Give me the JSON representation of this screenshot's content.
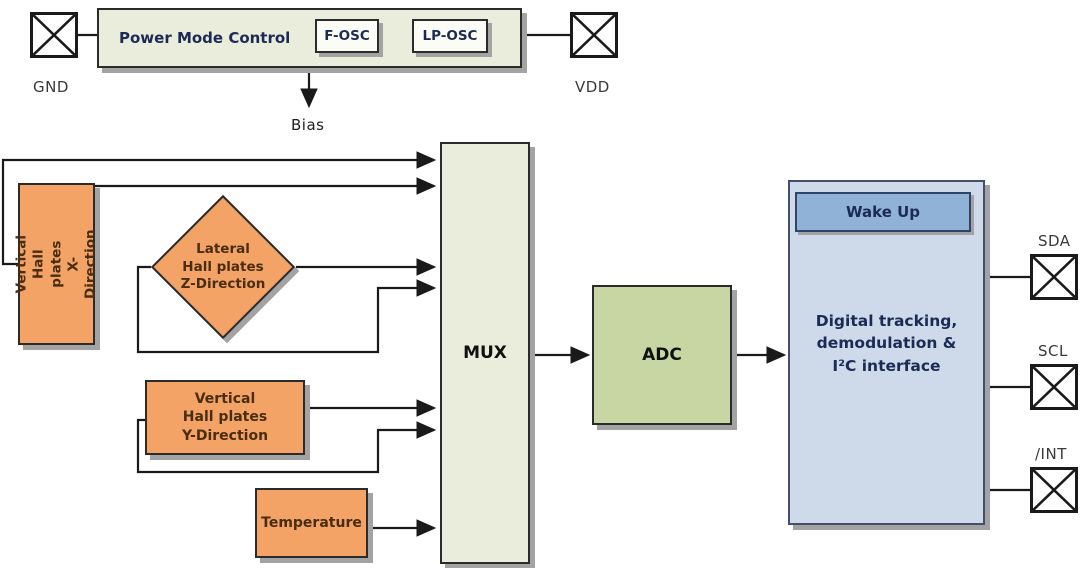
{
  "pads": {
    "gnd": {
      "label": "GND"
    },
    "vdd": {
      "label": "VDD"
    },
    "sda": {
      "label": "SDA"
    },
    "scl": {
      "label": "SCL"
    },
    "int": {
      "label": "/INT"
    }
  },
  "power": {
    "title": "Power Mode Control",
    "fosc": "F-OSC",
    "lposc": "LP-OSC",
    "bias_label": "Bias"
  },
  "mux": {
    "label": "MUX"
  },
  "adc": {
    "label": "ADC"
  },
  "hall_x": {
    "lines": [
      "Vertical",
      "Hall plates",
      "X-Direction"
    ]
  },
  "hall_z": {
    "lines": [
      "Lateral",
      "Hall plates",
      "Z-Direction"
    ]
  },
  "hall_y": {
    "lines": [
      "Vertical",
      "Hall plates",
      "Y-Direction"
    ]
  },
  "temperature": {
    "label": "Temperature"
  },
  "digital": {
    "wake_up": "Wake Up",
    "lines": [
      "Digital tracking,",
      "demodulation &",
      "I²C interface"
    ]
  },
  "colors": {
    "orange": "#F3A366",
    "green": "#C7D6A2",
    "panel": "#EAEDDC",
    "digital_blue": "#CEDAEA",
    "wakeup_blue": "#8FB2D6",
    "navy_text": "#1C2B55",
    "shadow": "#A3A3A3",
    "line": "#1A1A1A"
  }
}
